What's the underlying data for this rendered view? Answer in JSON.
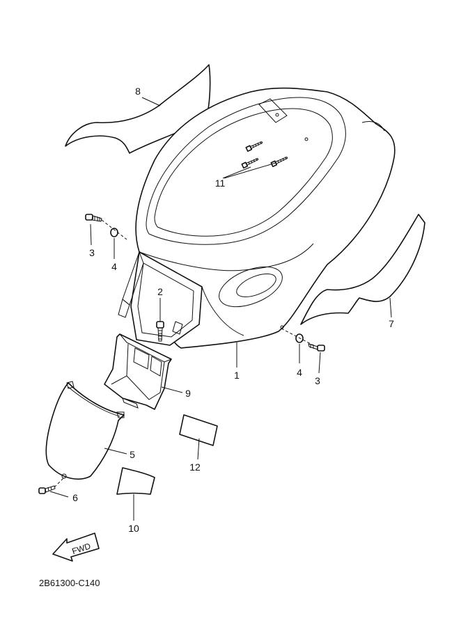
{
  "diagram_code": "2B61300-C140",
  "fwd_label": "FWD",
  "callouts": [
    {
      "id": "1",
      "label": "1",
      "part": "front-cover"
    },
    {
      "id": "2",
      "label": "2",
      "part": "screw"
    },
    {
      "id": "3a",
      "label": "3",
      "part": "bolt-left"
    },
    {
      "id": "3b",
      "label": "3",
      "part": "bolt-right"
    },
    {
      "id": "4a",
      "label": "4",
      "part": "washer-left"
    },
    {
      "id": "4b",
      "label": "4",
      "part": "washer-right"
    },
    {
      "id": "5",
      "label": "5",
      "part": "lower-cover"
    },
    {
      "id": "6",
      "label": "6",
      "part": "screw-lower"
    },
    {
      "id": "7",
      "label": "7",
      "part": "graphic-right"
    },
    {
      "id": "8",
      "label": "8",
      "part": "graphic-left"
    },
    {
      "id": "9",
      "label": "9",
      "part": "inner-bracket"
    },
    {
      "id": "10",
      "label": "10",
      "part": "emblem"
    },
    {
      "id": "11",
      "label": "11",
      "part": "screws-top"
    },
    {
      "id": "12",
      "label": "12",
      "part": "label-plate"
    }
  ]
}
